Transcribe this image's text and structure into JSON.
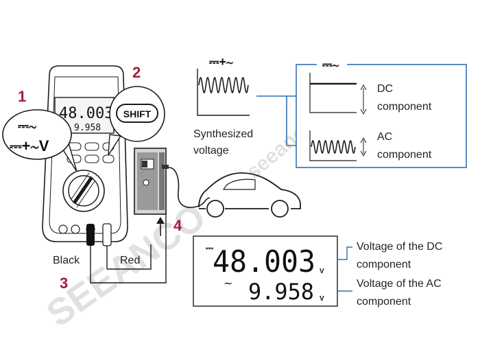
{
  "steps": [
    "1",
    "2",
    "3",
    "4"
  ],
  "meter": {
    "display_main": "48.003",
    "display_sub": "9.958",
    "shift_label": "SHIFT",
    "callout_top": "⎓∼",
    "callout_bottom": "⎓+∼V"
  },
  "leads": {
    "black": "Black",
    "red": "Red"
  },
  "synth": {
    "symbol": "⎓+∼",
    "label_line1": "Synthesized",
    "label_line2": "voltage"
  },
  "components": {
    "symbol": "⎓∼",
    "dc_line1": "DC",
    "dc_line2": "component",
    "ac_line1": "AC",
    "ac_line2": "component"
  },
  "lcd": {
    "dc_value": "48.003",
    "ac_value": "9.958",
    "unit": "V",
    "dc_desc_line1": "Voltage of the DC",
    "dc_desc_line2": "component",
    "ac_desc_line1": "Voltage of the AC",
    "ac_desc_line2": "component"
  },
  "watermark": {
    "text1": "SEEANCO",
    "text2": "seeanco.com"
  },
  "colors": {
    "step": "#a11f3a",
    "connector": "#2e6fb7",
    "ink": "#1a1a1a"
  }
}
